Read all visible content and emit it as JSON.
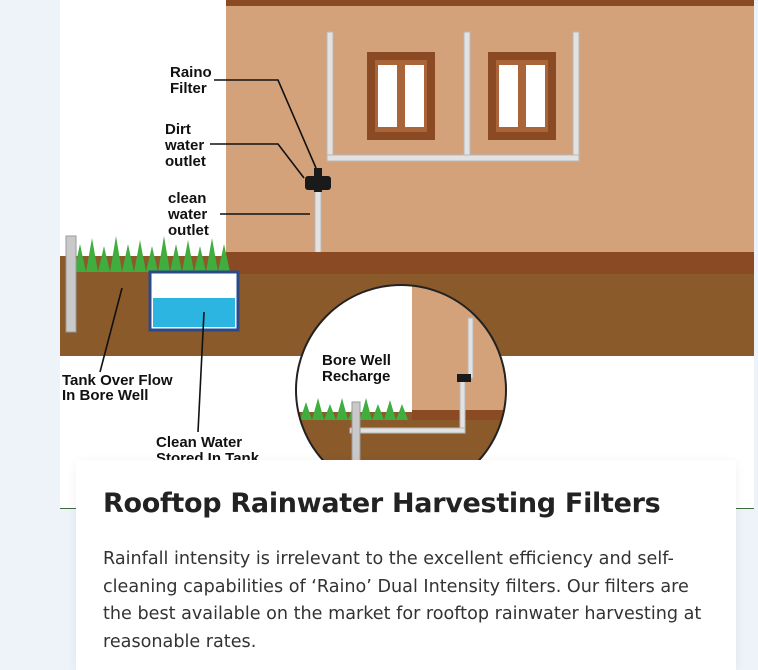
{
  "diagram": {
    "labels": {
      "raino_filter": [
        "Raino",
        "Filter"
      ],
      "dirt_water_outlet": [
        "Dirt",
        "water",
        "outlet"
      ],
      "clean_water_outlet": [
        "clean",
        "water",
        "outlet"
      ],
      "tank_overflow": [
        "Tank Over Flow",
        "In Bore Well"
      ],
      "clean_water_stored": [
        "Clean Water",
        "Stored In Tank"
      ],
      "bore_well_recharge": [
        "Bore Well",
        "Recharge"
      ]
    },
    "colors": {
      "wall": "#d4a27a",
      "wall_dark": "#8a4a23",
      "soil": "#8b5a2b",
      "grass": "#3fae3f",
      "water": "#2bb5e0",
      "pipe": "#d9d9d9",
      "window_frame": "#8a4a23"
    }
  },
  "card": {
    "title": "Rooftop Rainwater Harvesting Filters",
    "text": "Rainfall intensity is irrelevant to the excellent efficiency and self-cleaning capabilities of ‘Raino’ Dual Intensity filters. Our filters are the best available on the market for rooftop rainwater harvesting at reasonable rates."
  }
}
